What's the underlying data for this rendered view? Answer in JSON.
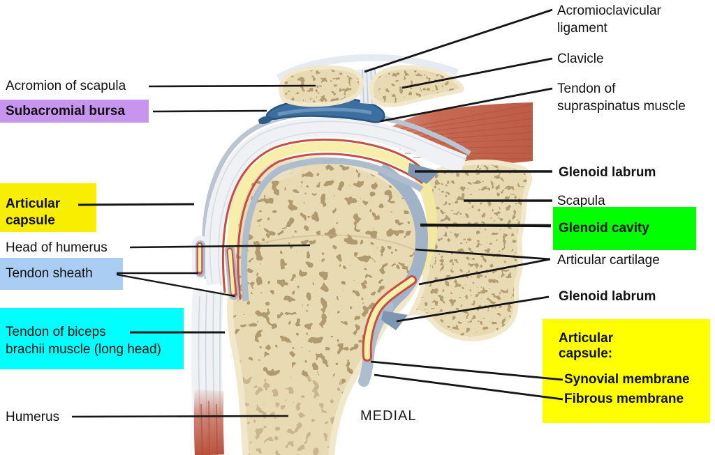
{
  "labels": {
    "acromion_of_scapula": "Acromion of scapula",
    "subacromial_bursa": "Subacromial bursa",
    "articular_capsule": {
      "line1": "Articular",
      "line2": "capsule"
    },
    "head_of_humerus": "Head of humerus",
    "tendon_sheath": "Tendon sheath",
    "tendon_of_biceps": {
      "line1": "Tendon of biceps",
      "line2": "brachii muscle (long head)"
    },
    "humerus": "Humerus",
    "acromioclavicular_ligament": {
      "line1": "Acromioclavicular",
      "line2": "ligament"
    },
    "clavicle": "Clavicle",
    "tendon_of_supraspinatus": {
      "line1": "Tendon of",
      "line2": "supraspinatus muscle"
    },
    "glenoid_labrum_upper": "Glenoid labrum",
    "scapula": "Scapula",
    "glenoid_cavity": "Glenoid cavity",
    "articular_cartilage": "Articular cartilage",
    "glenoid_labrum_lower": "Glenoid labrum",
    "articular_capsule_group": {
      "heading_line1": "Articular",
      "heading_line2": "capsule:",
      "item1": "Synovial membrane",
      "item2": "Fibrous membrane"
    },
    "medial": "MEDIAL"
  },
  "highlight_colors": {
    "subacromial_bursa": "#c795ee",
    "articular_capsule": "#f8ee00",
    "tendon_sheath": "#a9cdf3",
    "tendon_of_biceps": "#00ffff",
    "glenoid_cavity": "#00ff00",
    "articular_capsule_group": "#ffff00"
  },
  "anatomy_colors": {
    "bone": "#e8dab3",
    "bone_speckle": "#8d7246",
    "bone_rim": "#f1e7cb",
    "articular_cartilage": "#f2e8a0",
    "joint_space": "#a2b3c8",
    "synovial_membrane": "#c44f42",
    "fibrous_membrane": "#aebdcd",
    "tendon_white": "#eff1f4",
    "muscle_red": "#c76953",
    "bursa_blue": "#3d6f9e"
  }
}
